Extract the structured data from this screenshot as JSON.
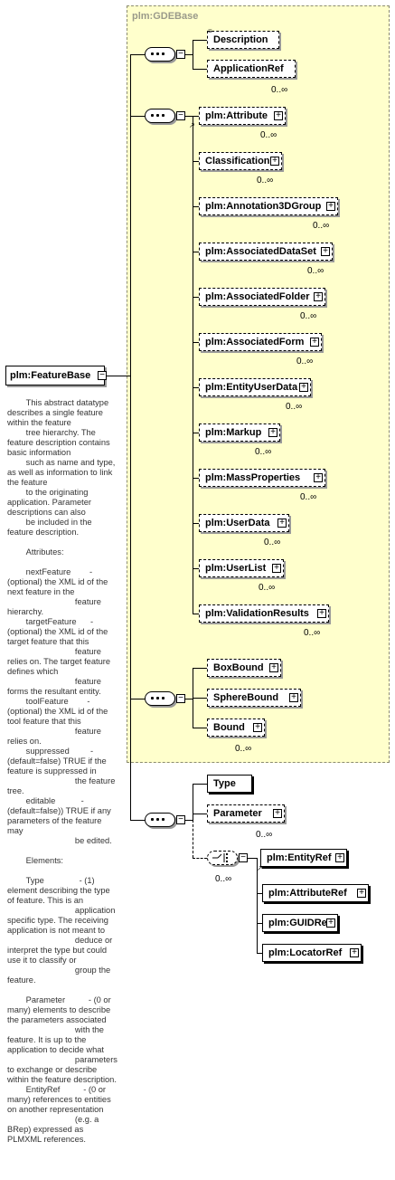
{
  "base_type": "plm:GDEBase",
  "root": {
    "label": "plm:FeatureBase"
  },
  "documentation": "        This abstract datatype describes a single feature within the feature\n        tree hierarchy. The feature description contains basic information\n        such as name and type, as well as information to link the feature\n        to the originating application. Parameter descriptions can also\n        be included in the feature description.\n\n        Attributes:\n\n        nextFeature        - (optional) the XML id of the next feature in the\n                             feature hierarchy.\n        targetFeature      - (optional) the XML id of the target feature that this\n                             feature relies on. The target feature defines which\n                             feature forms the resultant entity.\n        toolFeature        - (optional) the XML id of the tool feature that this\n                             feature relies on.\n        suppressed         - (default=false) TRUE if the feature is suppressed in\n                             the feature tree.\n        editable           - (default=false)) TRUE if any parameters of the feature may\n                             be edited.\n\n        Elements:\n\n        Type               - (1) element describing the type of feature. This is an\n                             application specific type. The receiving application is not meant to\n                             deduce or interpret the type but could use it to classify or\n                             group the feature.\n\n        Parameter          - (0 or many) elements to describe the parameters associated\n                             with the feature. It is up to the application to decide what\n                             parameters to exchange or describe within the feature description.\n        EntityRef          - (0 or many) references to entities on another representation\n                             (e.g. a BRep) expressed as PLMXML references.",
  "group1": {
    "items": [
      {
        "label": "Description",
        "mult": ""
      },
      {
        "label": "ApplicationRef",
        "mult": "0..∞"
      }
    ]
  },
  "group2": {
    "items": [
      {
        "label": "plm:Attribute",
        "mult": "0..∞"
      },
      {
        "label": "Classification",
        "mult": "0..∞"
      },
      {
        "label": "plm:Annotation3DGroup",
        "mult": "0..∞"
      },
      {
        "label": "plm:AssociatedDataSet",
        "mult": "0..∞"
      },
      {
        "label": "plm:AssociatedFolder",
        "mult": "0..∞"
      },
      {
        "label": "plm:AssociatedForm",
        "mult": "0..∞"
      },
      {
        "label": "plm:EntityUserData",
        "mult": "0..∞"
      },
      {
        "label": "plm:Markup",
        "mult": "0..∞"
      },
      {
        "label": "plm:MassProperties",
        "mult": "0..∞"
      },
      {
        "label": "plm:UserData",
        "mult": "0..∞"
      },
      {
        "label": "plm:UserList",
        "mult": "0..∞"
      },
      {
        "label": "plm:ValidationResults",
        "mult": "0..∞"
      }
    ]
  },
  "group3": {
    "items": [
      {
        "label": "BoxBound",
        "mult": ""
      },
      {
        "label": "SphereBound",
        "mult": ""
      },
      {
        "label": "Bound",
        "mult": "0..∞"
      }
    ]
  },
  "group4": {
    "type_label": "Type",
    "parameter": {
      "label": "Parameter",
      "mult": "0..∞"
    },
    "choice_mult": "0..∞",
    "entity_ref": "plm:EntityRef",
    "choice_items": [
      "plm:AttributeRef",
      "plm:GUIDRef",
      "plm:LocatorRef"
    ]
  }
}
